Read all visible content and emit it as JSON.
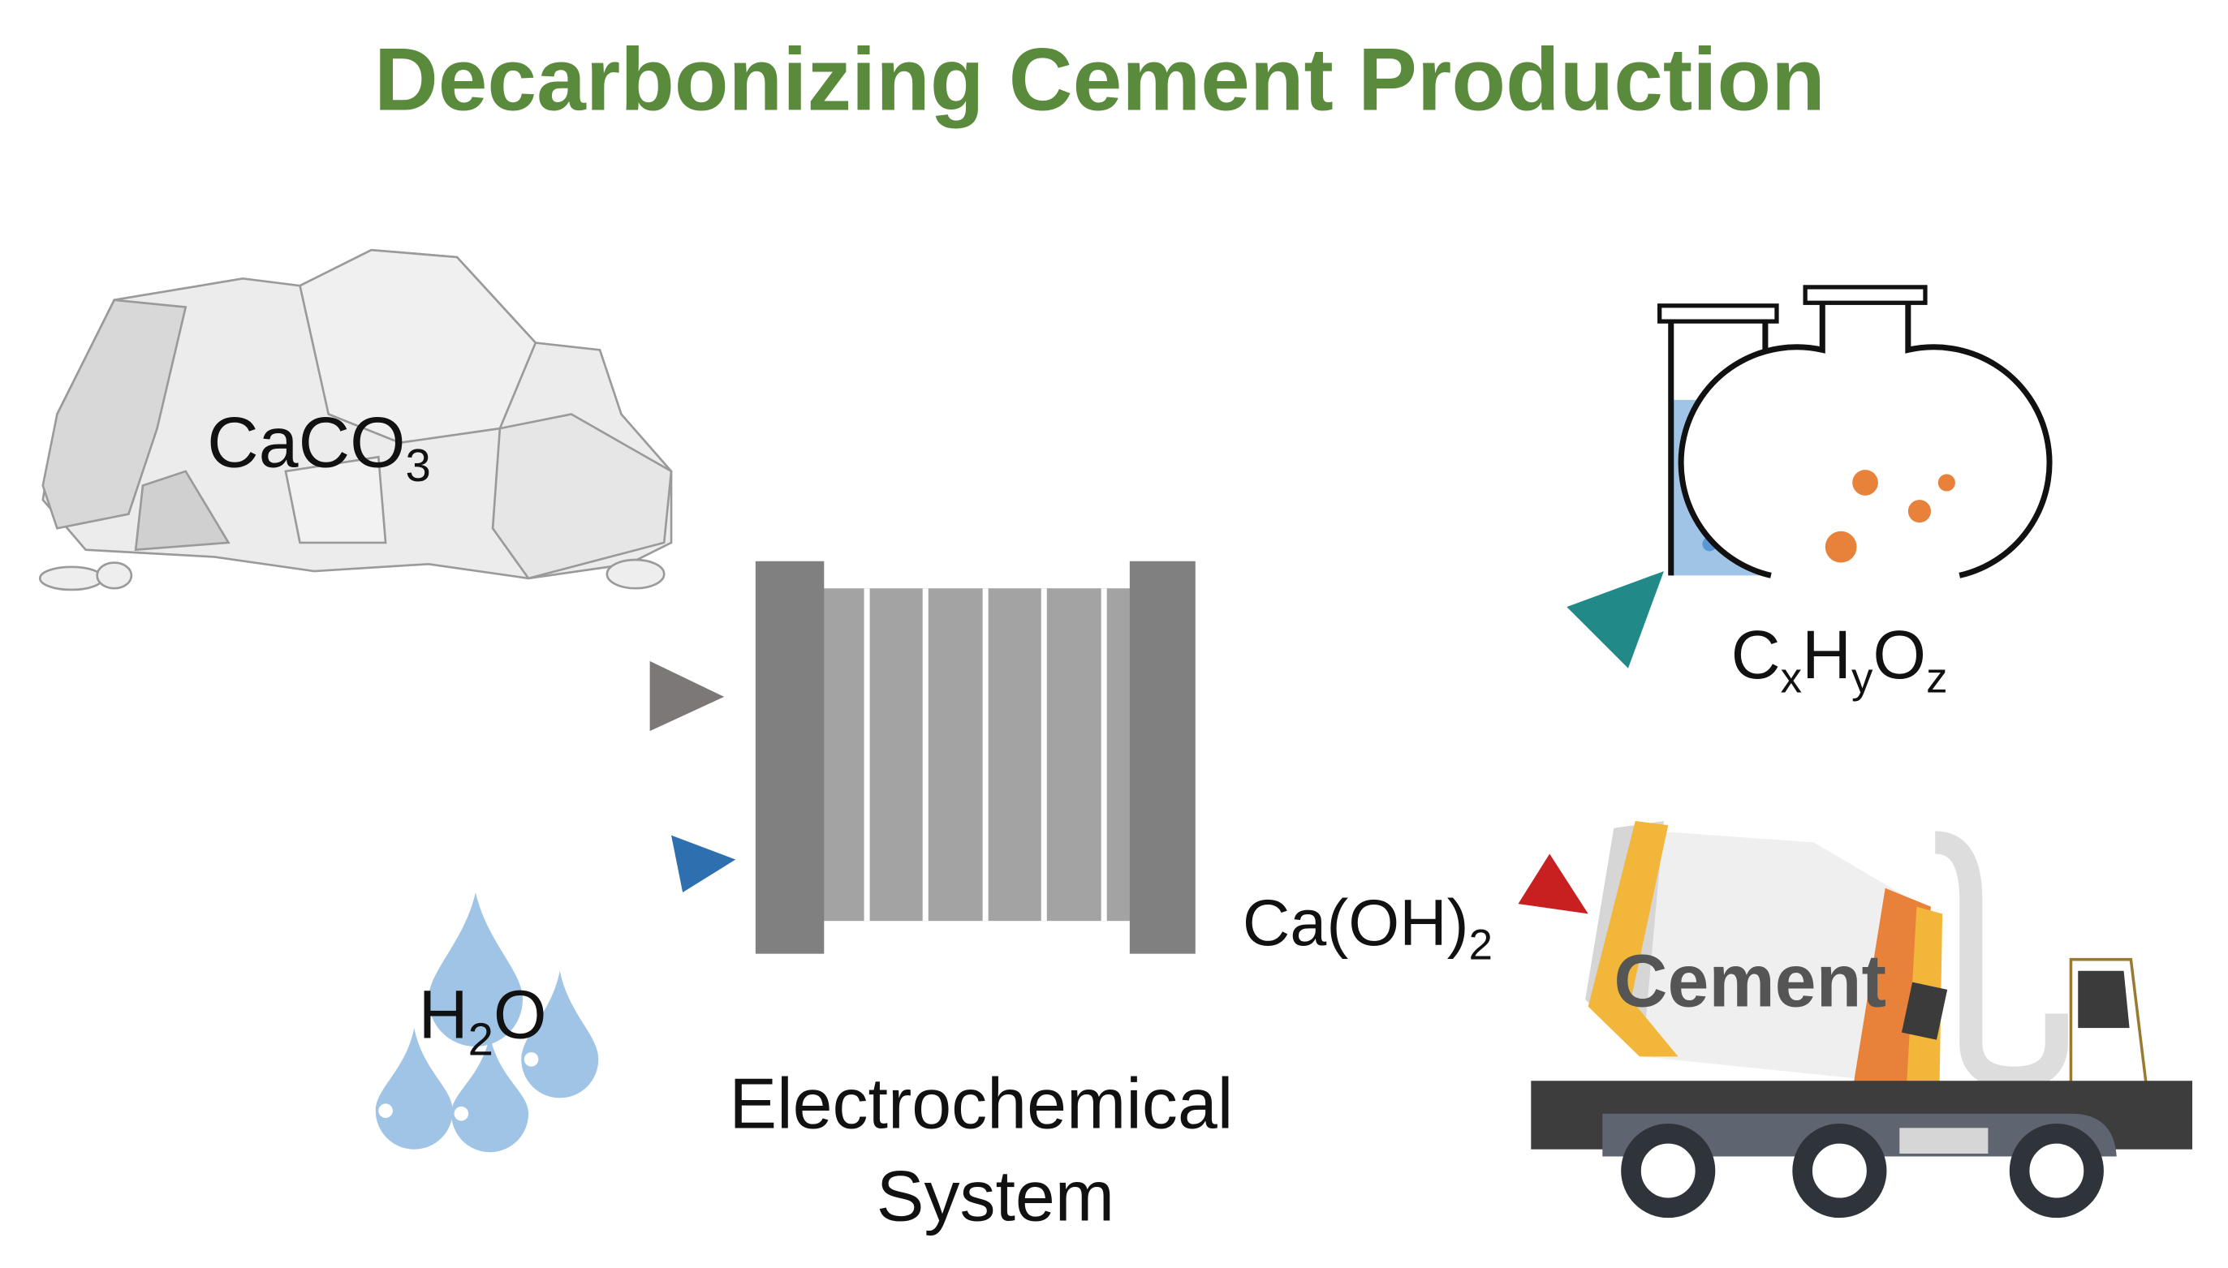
{
  "title": "Decarbonizing Cement Production",
  "labels": {
    "caco3": {
      "main": "CaCO",
      "sub": "3"
    },
    "h2o": {
      "a": "H",
      "sub": "2",
      "b": "O"
    },
    "cxhyoz": {
      "c": "C",
      "x": "x",
      "h": "H",
      "y": "y",
      "o": "O",
      "z": "z"
    },
    "caoh2": {
      "main": "Ca(OH)",
      "sub": "2"
    },
    "system_line1": "Electrochemical",
    "system_line2": "System",
    "cement": "Cement"
  },
  "colors": {
    "title": "#5a8a3c",
    "arrow_caco3": "#7d7878",
    "arrow_h2o": "#2e6fb0",
    "arrow_organics": "#218a88",
    "arrow_caoh2": "#c82020",
    "water": "#9fc4e6",
    "orange": "#e8823a",
    "yellow": "#f2b63a"
  }
}
